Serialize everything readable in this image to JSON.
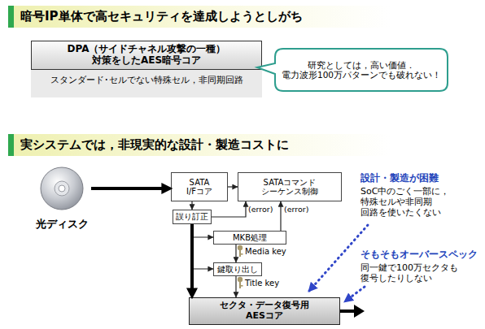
{
  "diagram": {
    "nodes": [
      {
        "text": [
          "暗号IP単体で高セキュリティを達成しようとしがち"
        ]
      },
      {
        "text": [
          "DPA（サイドチャネル攻撃の一種） 対策をしたAES暗号コア",
          "スタンダード･セルでない特殊セル，非同期回路"
        ]
      },
      {
        "text": [
          "研究としては，高い価値． 電力波形100万パターンでも破れない！"
        ]
      },
      {
        "text": [
          "実システムでは，非現実的な設計・製造コストに"
        ]
      },
      {
        "text": [
          "光ディスク"
        ]
      },
      {
        "text": [
          "SATA I/Fコア"
        ]
      },
      {
        "text": [
          "SATAコマンド シーケンス制御"
        ]
      },
      {
        "text": [
          "誤り訂正"
        ]
      },
      {
        "text": [
          "MKB処理"
        ]
      },
      {
        "text": [
          "鍵取り出し"
        ]
      },
      {
        "text": [
          "セクタ・データ復号用 AESコア"
        ]
      }
    ],
    "edges": [
      {
        "from": 4,
        "to": 5,
        "arrow": "to"
      },
      {
        "from": 5,
        "to": 6,
        "arrow": "to"
      },
      {
        "from": 5,
        "to": 7,
        "arrow": "to"
      },
      {
        "from": 7,
        "to": 6,
        "label": "(error)",
        "arrow": "to"
      },
      {
        "from": 8,
        "to": 6,
        "label": "(error)",
        "arrow": "to"
      },
      {
        "from": 7,
        "to": 8,
        "arrow": "to"
      },
      {
        "from": 7,
        "to": 9,
        "arrow": "to"
      },
      {
        "from": 7,
        "to": 10,
        "arrow": "to"
      },
      {
        "from": 8,
        "to": 9,
        "label": "Media key",
        "arrow": "to"
      },
      {
        "from": 9,
        "to": 10,
        "label": "Title key",
        "arrow": "to"
      }
    ],
    "labels": [
      "設計・製造が困難",
      "SoC中のごく一部に， 特殊セルや非同期 回路を使いたくない",
      "そもそもオーバースペック",
      "同一鍵で100万セクタも 復号したりしない"
    ]
  }
}
